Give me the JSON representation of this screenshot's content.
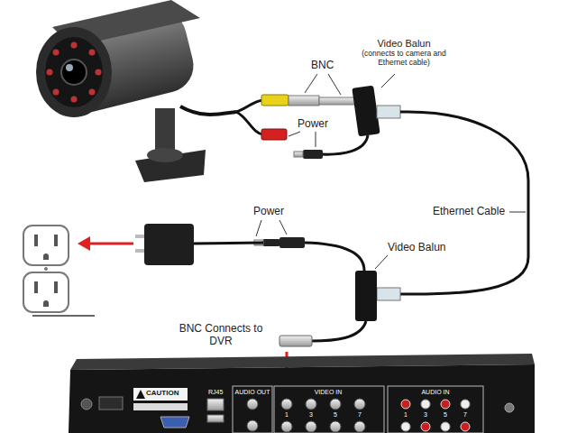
{
  "diagram": {
    "labels": [
      "BNC",
      "Video Balun",
      "(connects to camera and Ethernet cable)",
      "Power",
      "Ethernet Cable",
      "Power",
      "Video Balun",
      "BNC Connects to DVR",
      "CAUTION",
      "RJ45",
      "AUDIO OUT",
      "VIDEO IN",
      "1",
      "3",
      "5",
      "7",
      "AUDIO IN",
      "1",
      "3",
      "5",
      "7"
    ]
  }
}
